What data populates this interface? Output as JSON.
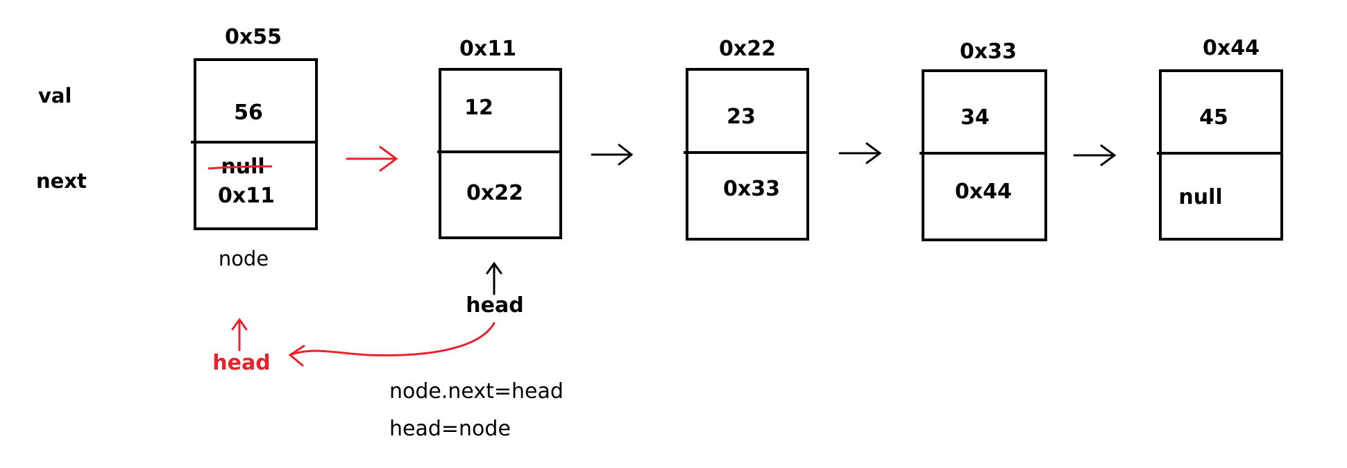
{
  "row_labels": {
    "val": "val",
    "next": "next"
  },
  "nodes": [
    {
      "address": "0x55",
      "val": "56",
      "next_old": "null",
      "next": "0x11",
      "caption": "node"
    },
    {
      "address": "0x11",
      "val": "12",
      "next": "0x22"
    },
    {
      "address": "0x22",
      "val": "23",
      "next": "0x33"
    },
    {
      "address": "0x33",
      "val": "34",
      "next": "0x44"
    },
    {
      "address": "0x44",
      "val": "45",
      "next": "null"
    }
  ],
  "pointers": {
    "head_old": "head",
    "head_new": "head"
  },
  "code": {
    "line1": "node.next=head",
    "line2": "head=node"
  },
  "colors": {
    "ink": "#000000",
    "highlight": "#e8222a"
  }
}
